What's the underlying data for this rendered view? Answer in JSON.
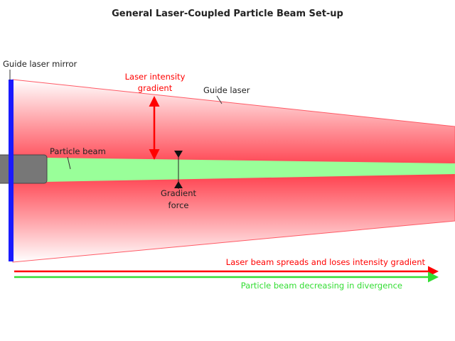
{
  "title": "General Laser-Coupled Particle Beam Set-up",
  "labels": {
    "mirror": "Guide laser mirror",
    "guide_laser": "Guide laser",
    "intensity_gradient_line1": "Laser intensity",
    "intensity_gradient_line2": "gradient",
    "particle_beam": "Particle beam",
    "gradient_force_line1": "Gradient",
    "gradient_force_line2": "force",
    "laser_spread": "Laser beam spreads and loses intensity gradient",
    "beam_divergence": "Particle beam decreasing in divergence"
  },
  "colors": {
    "laser_red": "#ff0000",
    "laser_edge": "#ff5a66",
    "laser_fade": "#ffffff",
    "particle_green": "#99ff99",
    "arrow_green": "#33dd33",
    "mirror_blue": "#1a1aff",
    "source_gray": "#777777",
    "text": "#222222"
  }
}
